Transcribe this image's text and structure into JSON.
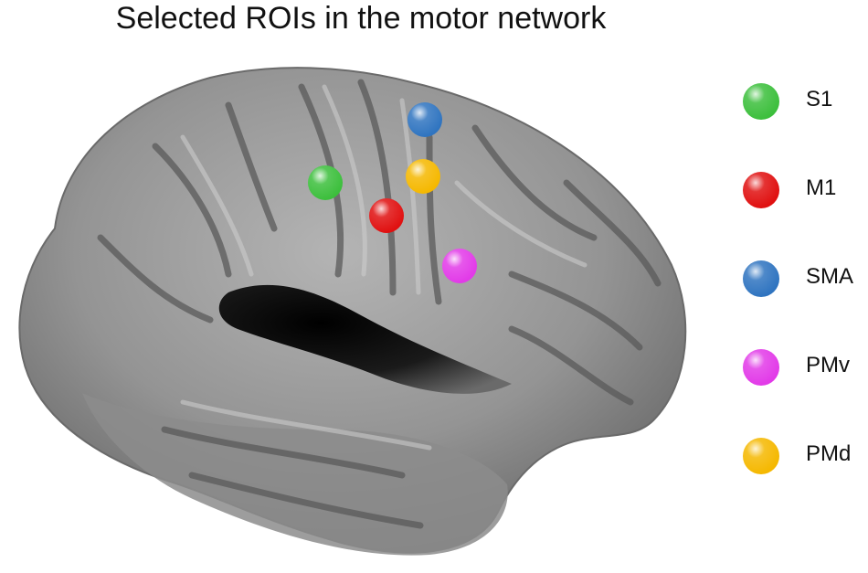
{
  "title": "Selected ROIs in the motor network",
  "rois": [
    {
      "label": "S1",
      "color": "#3cbf3c"
    },
    {
      "label": "M1",
      "color": "#e01010"
    },
    {
      "label": "SMA",
      "color": "#2f74c0"
    },
    {
      "label": "PMv",
      "color": "#e23ae8"
    },
    {
      "label": "PMd",
      "color": "#f5b800"
    }
  ],
  "brain": {
    "view": "lateral cortical surface",
    "surface_color": "#8a8a8a"
  }
}
